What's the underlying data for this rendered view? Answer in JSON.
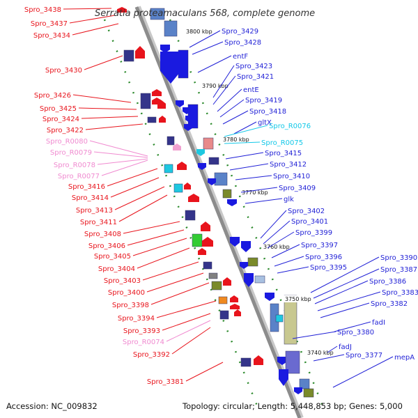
{
  "title": "Serratia proteamaculans 568, complete genome",
  "footer": {
    "accession": "Accession: NC_009832",
    "summary": "Topology: circular; Length: 5,448,853 bp; Genes: 5,000"
  },
  "colors": {
    "left_label": "#e8141c",
    "right_label": "#1f1fd6",
    "rna_left": "#f08ad0",
    "rna_right": "#12c8e8",
    "backbone": "#8c8c8c",
    "guide": "#2c8a2c"
  },
  "scale_labels": [
    "3800 kbp",
    "3790 kbp",
    "3780 kbp",
    "3770 kbp",
    "3760 kbp",
    "3750 kbp",
    "3740 kbp"
  ],
  "left_labels": [
    {
      "text": "Spro_3438",
      "kind": "gene"
    },
    {
      "text": "Spro_3437",
      "kind": "gene"
    },
    {
      "text": "Spro_3434",
      "kind": "gene"
    },
    {
      "text": "Spro_3430",
      "kind": "gene"
    },
    {
      "text": "Spro_3426",
      "kind": "gene"
    },
    {
      "text": "Spro_3425",
      "kind": "gene"
    },
    {
      "text": "Spro_3424",
      "kind": "gene"
    },
    {
      "text": "Spro_3422",
      "kind": "gene"
    },
    {
      "text": "Spro_R0080",
      "kind": "rna"
    },
    {
      "text": "Spro_R0079",
      "kind": "rna"
    },
    {
      "text": "Spro_R0078",
      "kind": "rna"
    },
    {
      "text": "Spro_R0077",
      "kind": "rna"
    },
    {
      "text": "Spro_3416",
      "kind": "gene"
    },
    {
      "text": "Spro_3414",
      "kind": "gene"
    },
    {
      "text": "Spro_3413",
      "kind": "gene"
    },
    {
      "text": "Spro_3411",
      "kind": "gene"
    },
    {
      "text": "Spro_3408",
      "kind": "gene"
    },
    {
      "text": "Spro_3406",
      "kind": "gene"
    },
    {
      "text": "Spro_3405",
      "kind": "gene"
    },
    {
      "text": "Spro_3404",
      "kind": "gene"
    },
    {
      "text": "Spro_3403",
      "kind": "gene"
    },
    {
      "text": "Spro_3400",
      "kind": "gene"
    },
    {
      "text": "Spro_3398",
      "kind": "gene"
    },
    {
      "text": "Spro_3394",
      "kind": "gene"
    },
    {
      "text": "Spro_3393",
      "kind": "gene"
    },
    {
      "text": "Spro_R0074",
      "kind": "rna"
    },
    {
      "text": "Spro_3392",
      "kind": "gene"
    },
    {
      "text": "Spro_3381",
      "kind": "gene"
    }
  ],
  "right_labels": [
    {
      "text": "Spro_3429",
      "kind": "gene"
    },
    {
      "text": "Spro_3428",
      "kind": "gene"
    },
    {
      "text": "entF",
      "kind": "gene"
    },
    {
      "text": "Spro_3423",
      "kind": "gene"
    },
    {
      "text": "Spro_3421",
      "kind": "gene"
    },
    {
      "text": "entE",
      "kind": "gene"
    },
    {
      "text": "Spro_3419",
      "kind": "gene"
    },
    {
      "text": "Spro_3418",
      "kind": "gene"
    },
    {
      "text": "gltX",
      "kind": "gene"
    },
    {
      "text": "Spro_R0076",
      "kind": "rna"
    },
    {
      "text": "Spro_R0075",
      "kind": "rna"
    },
    {
      "text": "Spro_3415",
      "kind": "gene"
    },
    {
      "text": "Spro_3412",
      "kind": "gene"
    },
    {
      "text": "Spro_3410",
      "kind": "gene"
    },
    {
      "text": "Spro_3409",
      "kind": "gene"
    },
    {
      "text": "glk",
      "kind": "gene"
    },
    {
      "text": "Spro_3402",
      "kind": "gene"
    },
    {
      "text": "Spro_3401",
      "kind": "gene"
    },
    {
      "text": "Spro_3399",
      "kind": "gene"
    },
    {
      "text": "Spro_3397",
      "kind": "gene"
    },
    {
      "text": "Spro_3396",
      "kind": "gene"
    },
    {
      "text": "Spro_3395",
      "kind": "gene"
    },
    {
      "text": "Spro_3390",
      "kind": "gene"
    },
    {
      "text": "Spro_3387",
      "kind": "gene"
    },
    {
      "text": "Spro_3386",
      "kind": "gene"
    },
    {
      "text": "Spro_3383",
      "kind": "gene"
    },
    {
      "text": "Spro_3382",
      "kind": "gene"
    },
    {
      "text": "fadI",
      "kind": "gene"
    },
    {
      "text": "Spro_3380",
      "kind": "gene"
    },
    {
      "text": "fadJ",
      "kind": "gene"
    },
    {
      "text": "Spro_3377",
      "kind": "gene"
    },
    {
      "text": "mepA",
      "kind": "gene"
    }
  ]
}
